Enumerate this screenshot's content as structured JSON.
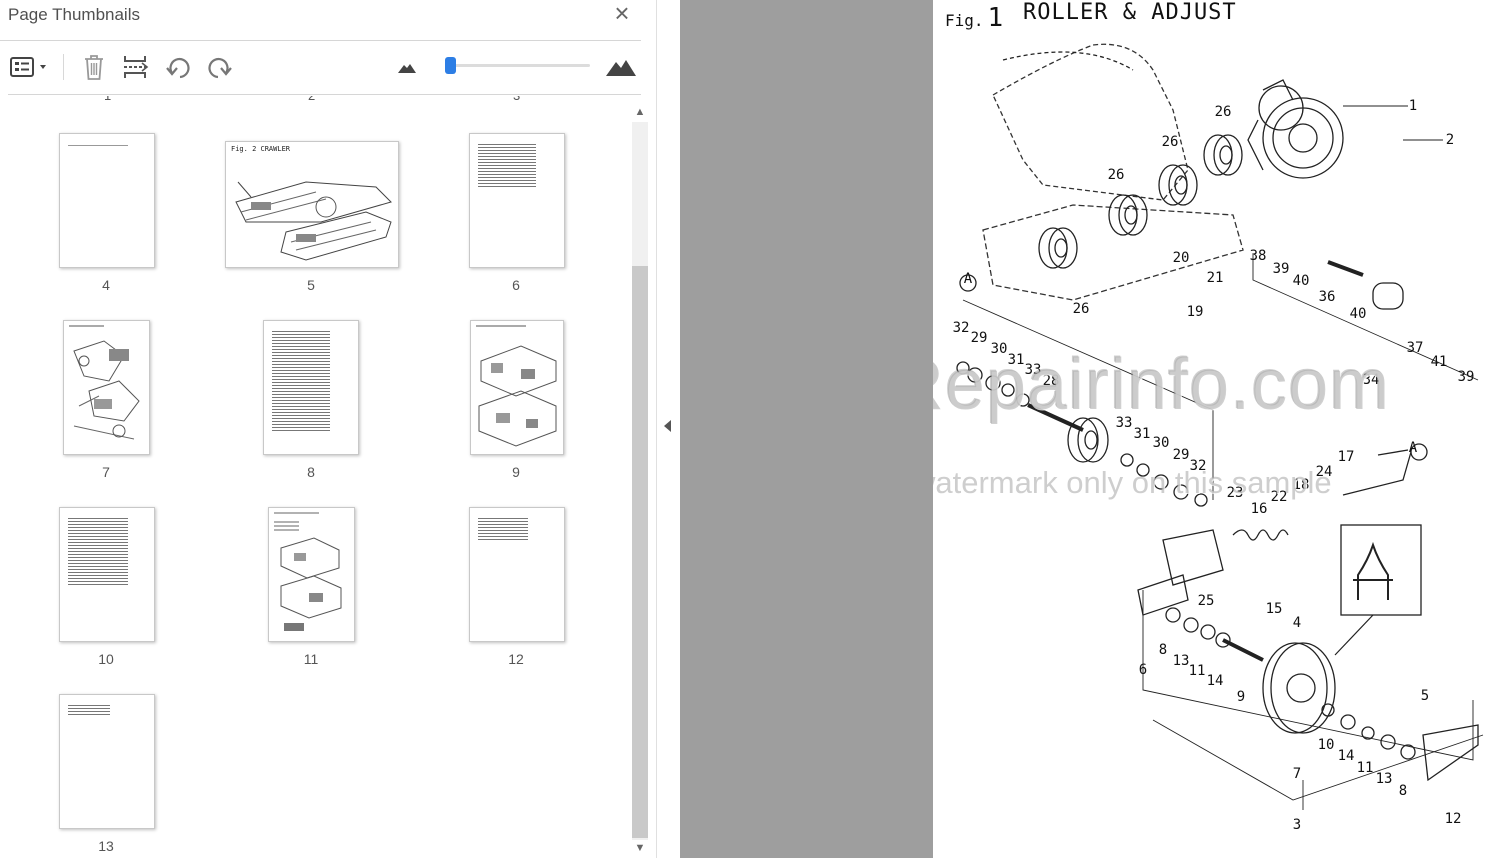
{
  "panel": {
    "title": "Page Thumbnails",
    "close_glyph": "×",
    "toolbar": {
      "options_icon": "thumbnail-options-icon",
      "delete_icon": "trash-icon",
      "insert_icon": "insert-pages-icon",
      "rotate_ccw_icon": "rotate-counterclockwise-icon",
      "rotate_cw_icon": "rotate-clockwise-icon",
      "zoom_out_icon": "small-mountain-icon",
      "zoom_in_icon": "large-mountain-icon",
      "zoom_level_fraction": 0.0
    },
    "thumbnails": [
      {
        "page": "4"
      },
      {
        "page": "5",
        "heading": "Fig. 2   CRAWLER"
      },
      {
        "page": "6"
      },
      {
        "page": "7"
      },
      {
        "page": "8"
      },
      {
        "page": "9"
      },
      {
        "page": "10"
      },
      {
        "page": "11"
      },
      {
        "page": "12"
      },
      {
        "page": "13"
      }
    ]
  },
  "document": {
    "fig_prefix": "Fig.",
    "fig_number": "1",
    "title": "ROLLER & ADJUST",
    "part_numbers": [
      "1",
      "2",
      "26",
      "26",
      "26",
      "26",
      "20",
      "21",
      "19",
      "38",
      "39",
      "40",
      "36",
      "40",
      "37",
      "41",
      "39",
      "34",
      "32",
      "29",
      "30",
      "31",
      "33",
      "28",
      "33",
      "31",
      "30",
      "29",
      "32",
      "17",
      "24",
      "18",
      "22",
      "23",
      "16",
      "25",
      "15",
      "4",
      "6",
      "8",
      "13",
      "11",
      "14",
      "9",
      "10",
      "14",
      "11",
      "13",
      "8",
      "7",
      "3",
      "5",
      "12",
      "A",
      "A"
    ],
    "watermark_main": "eRepairinfo.com",
    "watermark_sub": "watermark only on this sample"
  }
}
